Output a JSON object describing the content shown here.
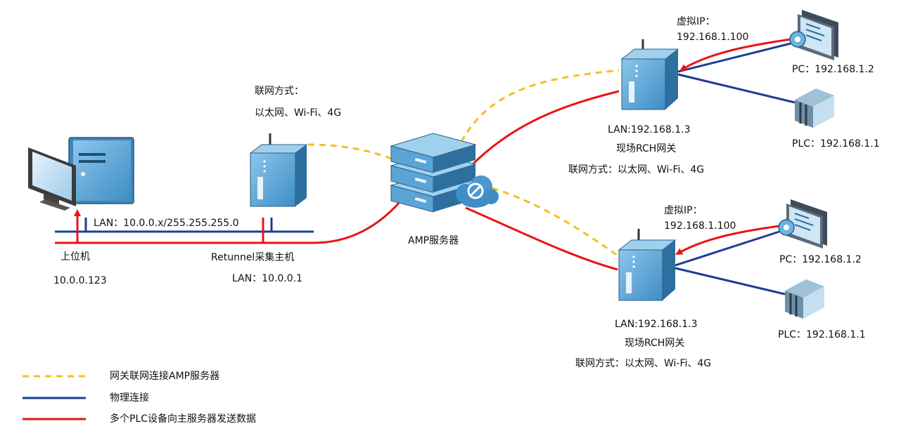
{
  "host": {
    "name": "上位机",
    "ip": "10.0.0.123"
  },
  "lan_segment": {
    "label": "LAN：10.0.0.x/255.255.255.0"
  },
  "collector": {
    "connect_title": "联网方式：",
    "connect_methods": "以太网、Wi-Fi、4G",
    "name": "Retunnel采集主机",
    "lan": "LAN：10.0.0.1"
  },
  "server": {
    "name": "AMP服务器"
  },
  "gateways": [
    {
      "virtual_ip_title": "虚拟IP：",
      "virtual_ip": "192.168.1.100",
      "lan": "LAN:192.168.1.3",
      "name": "现场RCH网关",
      "connect": "联网方式：以太网、Wi-Fi、4G",
      "pc": "PC：192.168.1.2",
      "plc": "PLC：192.168.1.1"
    },
    {
      "virtual_ip_title": "虚拟IP：",
      "virtual_ip": "192.168.1.100",
      "lan": "LAN:192.168.1.3",
      "name": "现场RCH网关",
      "connect": "联网方式：以太网、Wi-Fi、4G",
      "pc": "PC：192.168.1.2",
      "plc": "PLC：192.168.1.1"
    }
  ],
  "legend": [
    {
      "label": "网关联网连接AMP服务器",
      "color": "#f5c020",
      "style": "dashed"
    },
    {
      "label": "物理连接",
      "color": "#1a3e94",
      "style": "solid"
    },
    {
      "label": "多个PLC设备向主服务器发送数据",
      "color": "#e8141a",
      "style": "solid"
    }
  ],
  "colors": {
    "device_blue": "#5aa4d6",
    "device_dark": "#2d6f9f"
  }
}
